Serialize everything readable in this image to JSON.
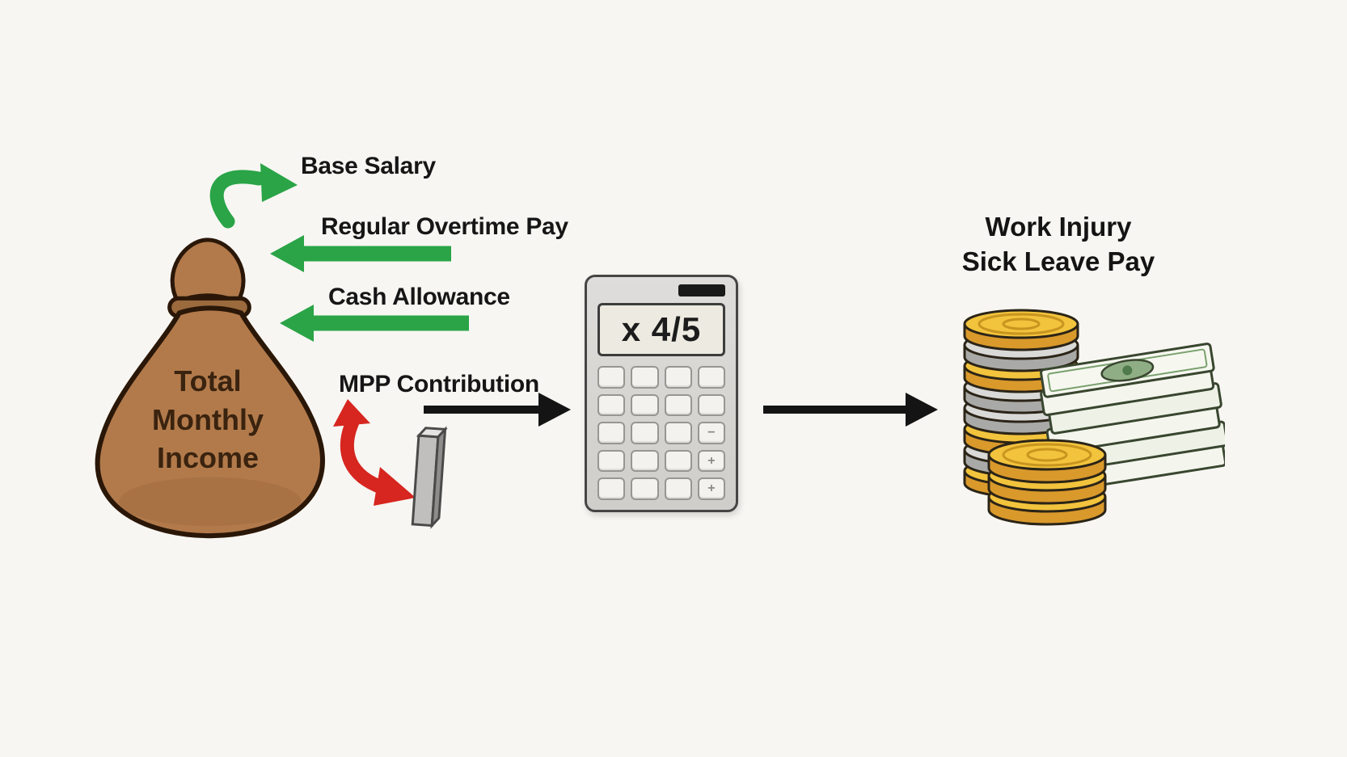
{
  "diagram": {
    "income": {
      "bag_label": "Total\nMonthly\nIncome",
      "additions": [
        "Base Salary",
        "Regular Overtime Pay",
        "Cash Allowance"
      ],
      "deduction": "MPP Contribution"
    },
    "calculator": {
      "display": "x 4/5",
      "keys": [
        "",
        "",
        "",
        "",
        "",
        "",
        "",
        "",
        "",
        "",
        "",
        "−",
        "",
        "",
        "",
        "+",
        "",
        "",
        "",
        "+"
      ]
    },
    "result_title": "Work Injury\nSick Leave Pay",
    "colors": {
      "background": "#f7f6f2",
      "addition_arrow": "#2aa447",
      "deduction_arrow": "#d6261f",
      "flow_arrow": "#141414",
      "money_bag": "#b27a4b",
      "bag_text": "#3a230f",
      "coin_gold": "#f2c33c",
      "coin_silver": "#d9d9d7",
      "banknote": "#f4f6ee"
    }
  }
}
